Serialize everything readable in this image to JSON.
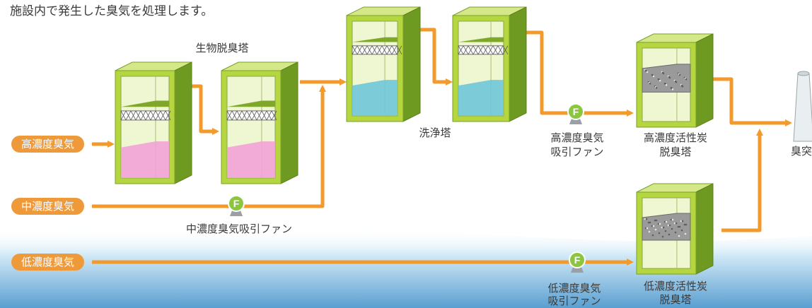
{
  "intro": "施設内で発生した臭気を処理します。",
  "labels": {
    "bio_tower": "生物脱臭塔",
    "wash_tower": "洗浄塔",
    "high_fan_1": "高濃度臭気",
    "high_fan_2": "吸引ファン",
    "high_carbon_1": "高濃度活性炭",
    "high_carbon_2": "脱臭塔",
    "mid_fan": "中濃度臭気吸引ファン",
    "low_fan_1": "低濃度臭気",
    "low_fan_2": "吸引ファン",
    "low_carbon_1": "低濃度活性炭",
    "low_carbon_2": "脱臭塔",
    "stack": "臭突"
  },
  "inputs": {
    "high": "高濃度臭気",
    "mid": "中濃度臭気",
    "low": "低濃度臭気"
  },
  "fan_symbol": "F",
  "colors": {
    "pipe": "#f39a2c",
    "pill": "#ef9a3a",
    "tower_front": "#b6d640",
    "tower_side": "#6f9a22",
    "tower_top": "#d4e88a",
    "inner": "#eef6d2",
    "pink": "#f2a3d6",
    "cyan": "#6fc6d9",
    "carbon": "#9a9a9a",
    "fan": "#8cc63f",
    "sky": "#bfe0f3"
  }
}
